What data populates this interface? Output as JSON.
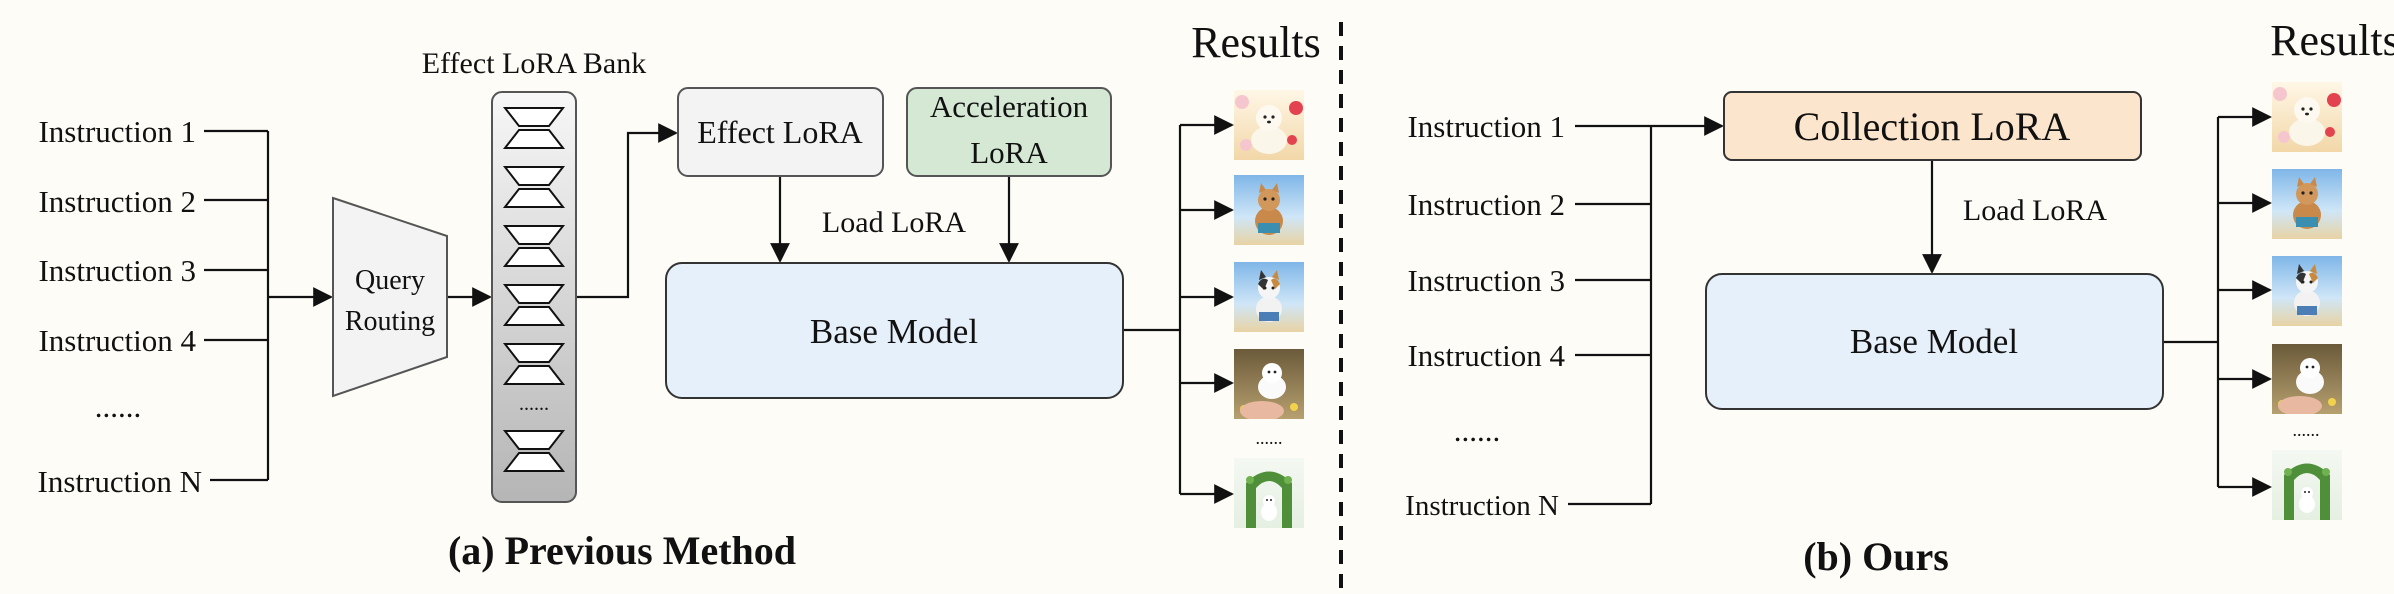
{
  "left": {
    "caption": "(a) Previous Method",
    "instructions": [
      "Instruction 1",
      "Instruction 2",
      "Instruction 3",
      "Instruction 4",
      "......",
      "Instruction N"
    ],
    "router": {
      "line1": "Query",
      "line2": "Routing"
    },
    "bank": {
      "title": "Effect LoRA Bank",
      "ellipsis": "......"
    },
    "effect_lora": "Effect LoRA",
    "acceleration_lora": {
      "line1": "Acceleration",
      "line2": "LoRA"
    },
    "load_label": "Load LoRA",
    "base_model": "Base Model",
    "results_title": "Results",
    "results_ellipsis": "......"
  },
  "right": {
    "caption": "(b) Ours",
    "instructions": [
      "Instruction 1",
      "Instruction 2",
      "Instruction 3",
      "Instruction 4",
      "......",
      "Instruction N"
    ],
    "collection_lora": "Collection LoRA",
    "load_label": "Load LoRA",
    "base_model": "Base Model",
    "results_title": "Results",
    "results_ellipsis": "......"
  },
  "colors": {
    "effect_lora_fill": "#f3f3f3",
    "acceleration_lora_fill": "#d5e8d4",
    "collection_lora_fill": "#fce5cd",
    "base_model_fill": "#e6f0fa",
    "router_fill": "#f3f3f3"
  },
  "result_thumbnails": [
    "dog-in-cherry-blossoms",
    "cat-on-beach",
    "calico-cat-on-beach",
    "dog-in-meadow",
    "dog-in-green-arch"
  ]
}
